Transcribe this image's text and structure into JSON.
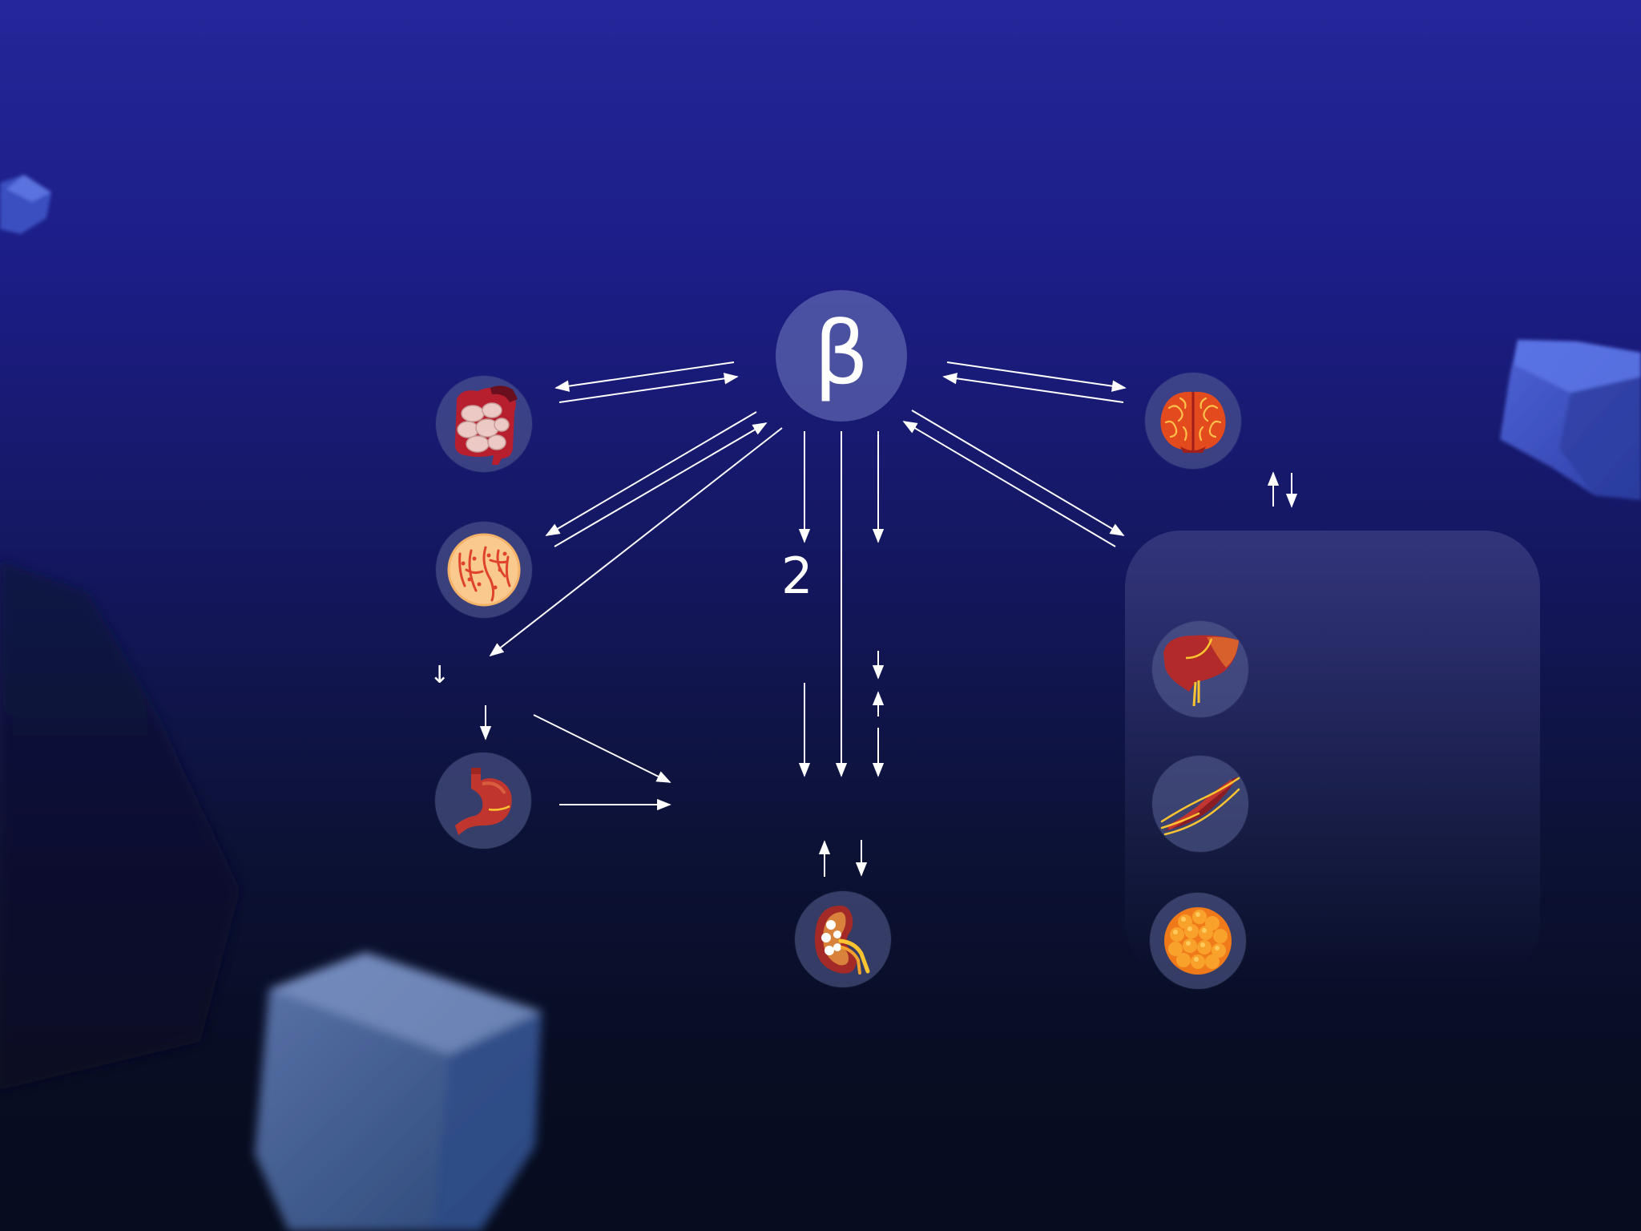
{
  "diagram": {
    "center_symbol": "β",
    "side_label": "2",
    "small_arrow_glyph": "↓",
    "up_arrow_glyph": "↑"
  },
  "nodes": [
    {
      "id": "intestine",
      "icon": "intestine-icon"
    },
    {
      "id": "mitochondria",
      "icon": "mitochondria-icon"
    },
    {
      "id": "stomach",
      "icon": "stomach-icon"
    },
    {
      "id": "kidney",
      "icon": "kidney-icon"
    },
    {
      "id": "brain",
      "icon": "brain-icon"
    },
    {
      "id": "liver",
      "icon": "liver-icon"
    },
    {
      "id": "muscle",
      "icon": "muscle-icon"
    },
    {
      "id": "fat-cell",
      "icon": "fat-cell-icon"
    }
  ],
  "colors": {
    "background_top": "#24269a",
    "background_bottom": "#070c1e",
    "node_fill": "#5a6296",
    "arrow": "#ffffff",
    "organ_red": "#b8282e",
    "organ_orange": "#f08a2a",
    "organ_yellow": "#ffc530"
  }
}
